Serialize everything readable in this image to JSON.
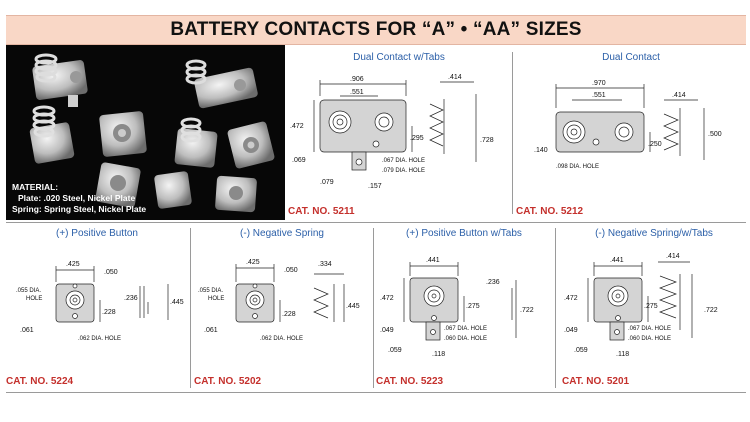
{
  "title": "BATTERY CONTACTS FOR “A” • “AA” SIZES",
  "material": {
    "heading": "MATERIAL:",
    "plate": "Plate: .020 Steel, Nickel Plate",
    "spring": "Spring: Spring Steel, Nickel Plate"
  },
  "products": [
    {
      "heading": "Dual Contact w/Tabs",
      "cat": "CAT. NO. 5211",
      "dims": [
        ".906",
        ".551",
        ".414",
        ".472",
        ".295",
        ".728",
        ".069",
        ".079",
        ".157",
        ".067 DIA. HOLE",
        ".079 DIA. HOLE"
      ]
    },
    {
      "heading": "Dual Contact",
      "cat": "CAT. NO. 5212",
      "dims": [
        ".970",
        ".551",
        ".414",
        ".500",
        ".250",
        ".140",
        ".098 DIA. HOLE"
      ]
    },
    {
      "heading": "(+) Positive Button",
      "cat": "CAT. NO. 5224",
      "dims": [
        ".425",
        ".050",
        ".055 DIA.",
        "HOLE",
        ".236",
        ".445",
        ".228",
        ".061",
        ".062 DIA. HOLE"
      ]
    },
    {
      "heading": "(-) Negative Spring",
      "cat": "CAT. NO. 5202",
      "dims": [
        ".425",
        ".050",
        ".334",
        ".055 DIA.",
        "HOLE",
        ".445",
        ".228",
        ".061",
        ".062 DIA. HOLE"
      ]
    },
    {
      "heading": "(+) Positive Button w/Tabs",
      "cat": "CAT. NO. 5223",
      "dims": [
        ".441",
        ".236",
        ".472",
        ".275",
        ".722",
        ".049",
        ".067 DIA. HOLE",
        ".060 DIA. HOLE",
        ".059",
        ".118"
      ]
    },
    {
      "heading": "(-) Negative Spring/w/Tabs",
      "cat": "CAT. NO. 5201",
      "dims": [
        ".441",
        ".414",
        ".472",
        ".275",
        ".722",
        ".049",
        ".067 DIA. HOLE",
        ".060 DIA. HOLE",
        ".059",
        ".118"
      ]
    }
  ]
}
